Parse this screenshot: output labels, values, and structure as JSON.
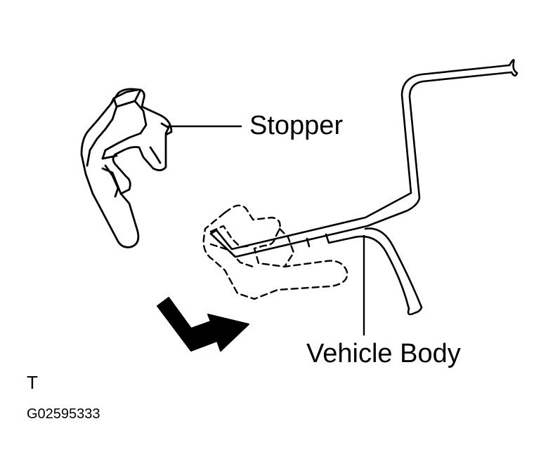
{
  "diagram": {
    "labels": {
      "stopper": "Stopper",
      "vehicle_body": "Vehicle Body"
    },
    "view_code": "T",
    "figure_id": "G02595333"
  },
  "colors": {
    "ink": "#000000",
    "background": "#ffffff"
  }
}
